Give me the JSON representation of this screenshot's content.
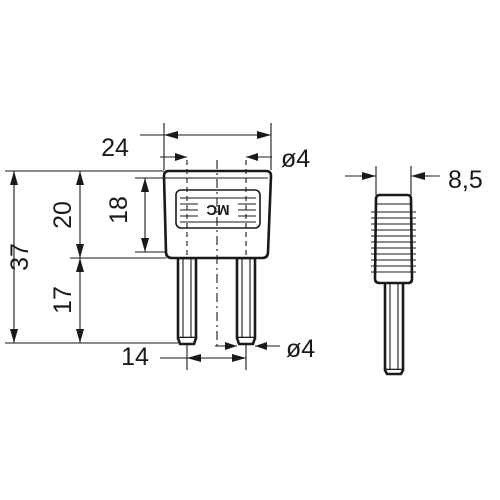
{
  "dimensions": {
    "width_top": "24",
    "pin_dia_top": "ø4",
    "side_width": "8,5",
    "total_height": "37",
    "body_height": "20",
    "inner_height": "18",
    "pin_length": "17",
    "pin_spacing": "14",
    "pin_dia_bottom": "ø4"
  },
  "logo": {
    "text": "MC"
  }
}
